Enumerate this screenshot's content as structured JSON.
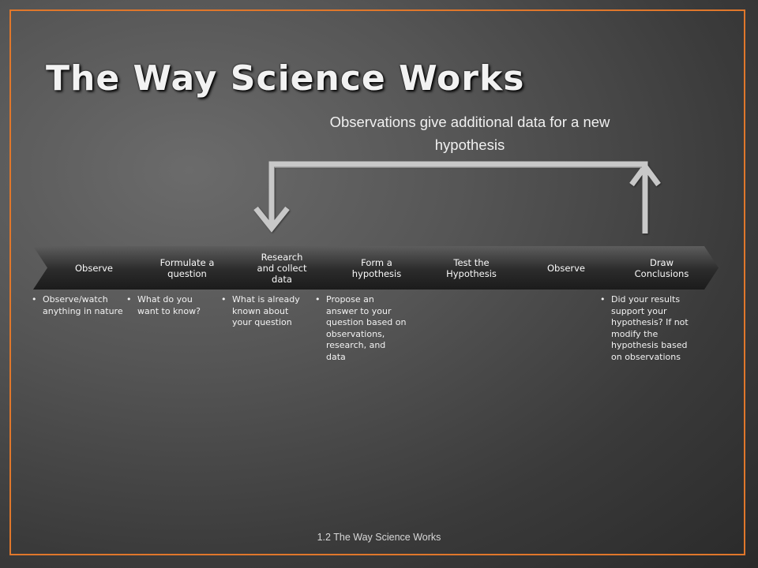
{
  "title": "The Way Science Works",
  "caption": "Observations give additional data for a new hypothesis",
  "steps": [
    {
      "label": "Observe"
    },
    {
      "label": "Formulate a question"
    },
    {
      "label": "Research and collect data"
    },
    {
      "label": "Form a hypothesis"
    },
    {
      "label": "Test the Hypothesis"
    },
    {
      "label": "Observe"
    },
    {
      "label": "Draw Conclusions"
    }
  ],
  "notes": {
    "observe": "Observe/watch anything in nature",
    "question": "What do you want to know?",
    "research": "What is already known about your question",
    "hypothesis": "Propose an answer to your question based on observations, research, and data",
    "conclusions": "Did your results support your hypothesis? If not modify the hypothesis based on observations"
  },
  "footer": "1.2 The Way Science Works",
  "colors": {
    "border": "#e0772b",
    "arrow": "#c8c8c8"
  }
}
